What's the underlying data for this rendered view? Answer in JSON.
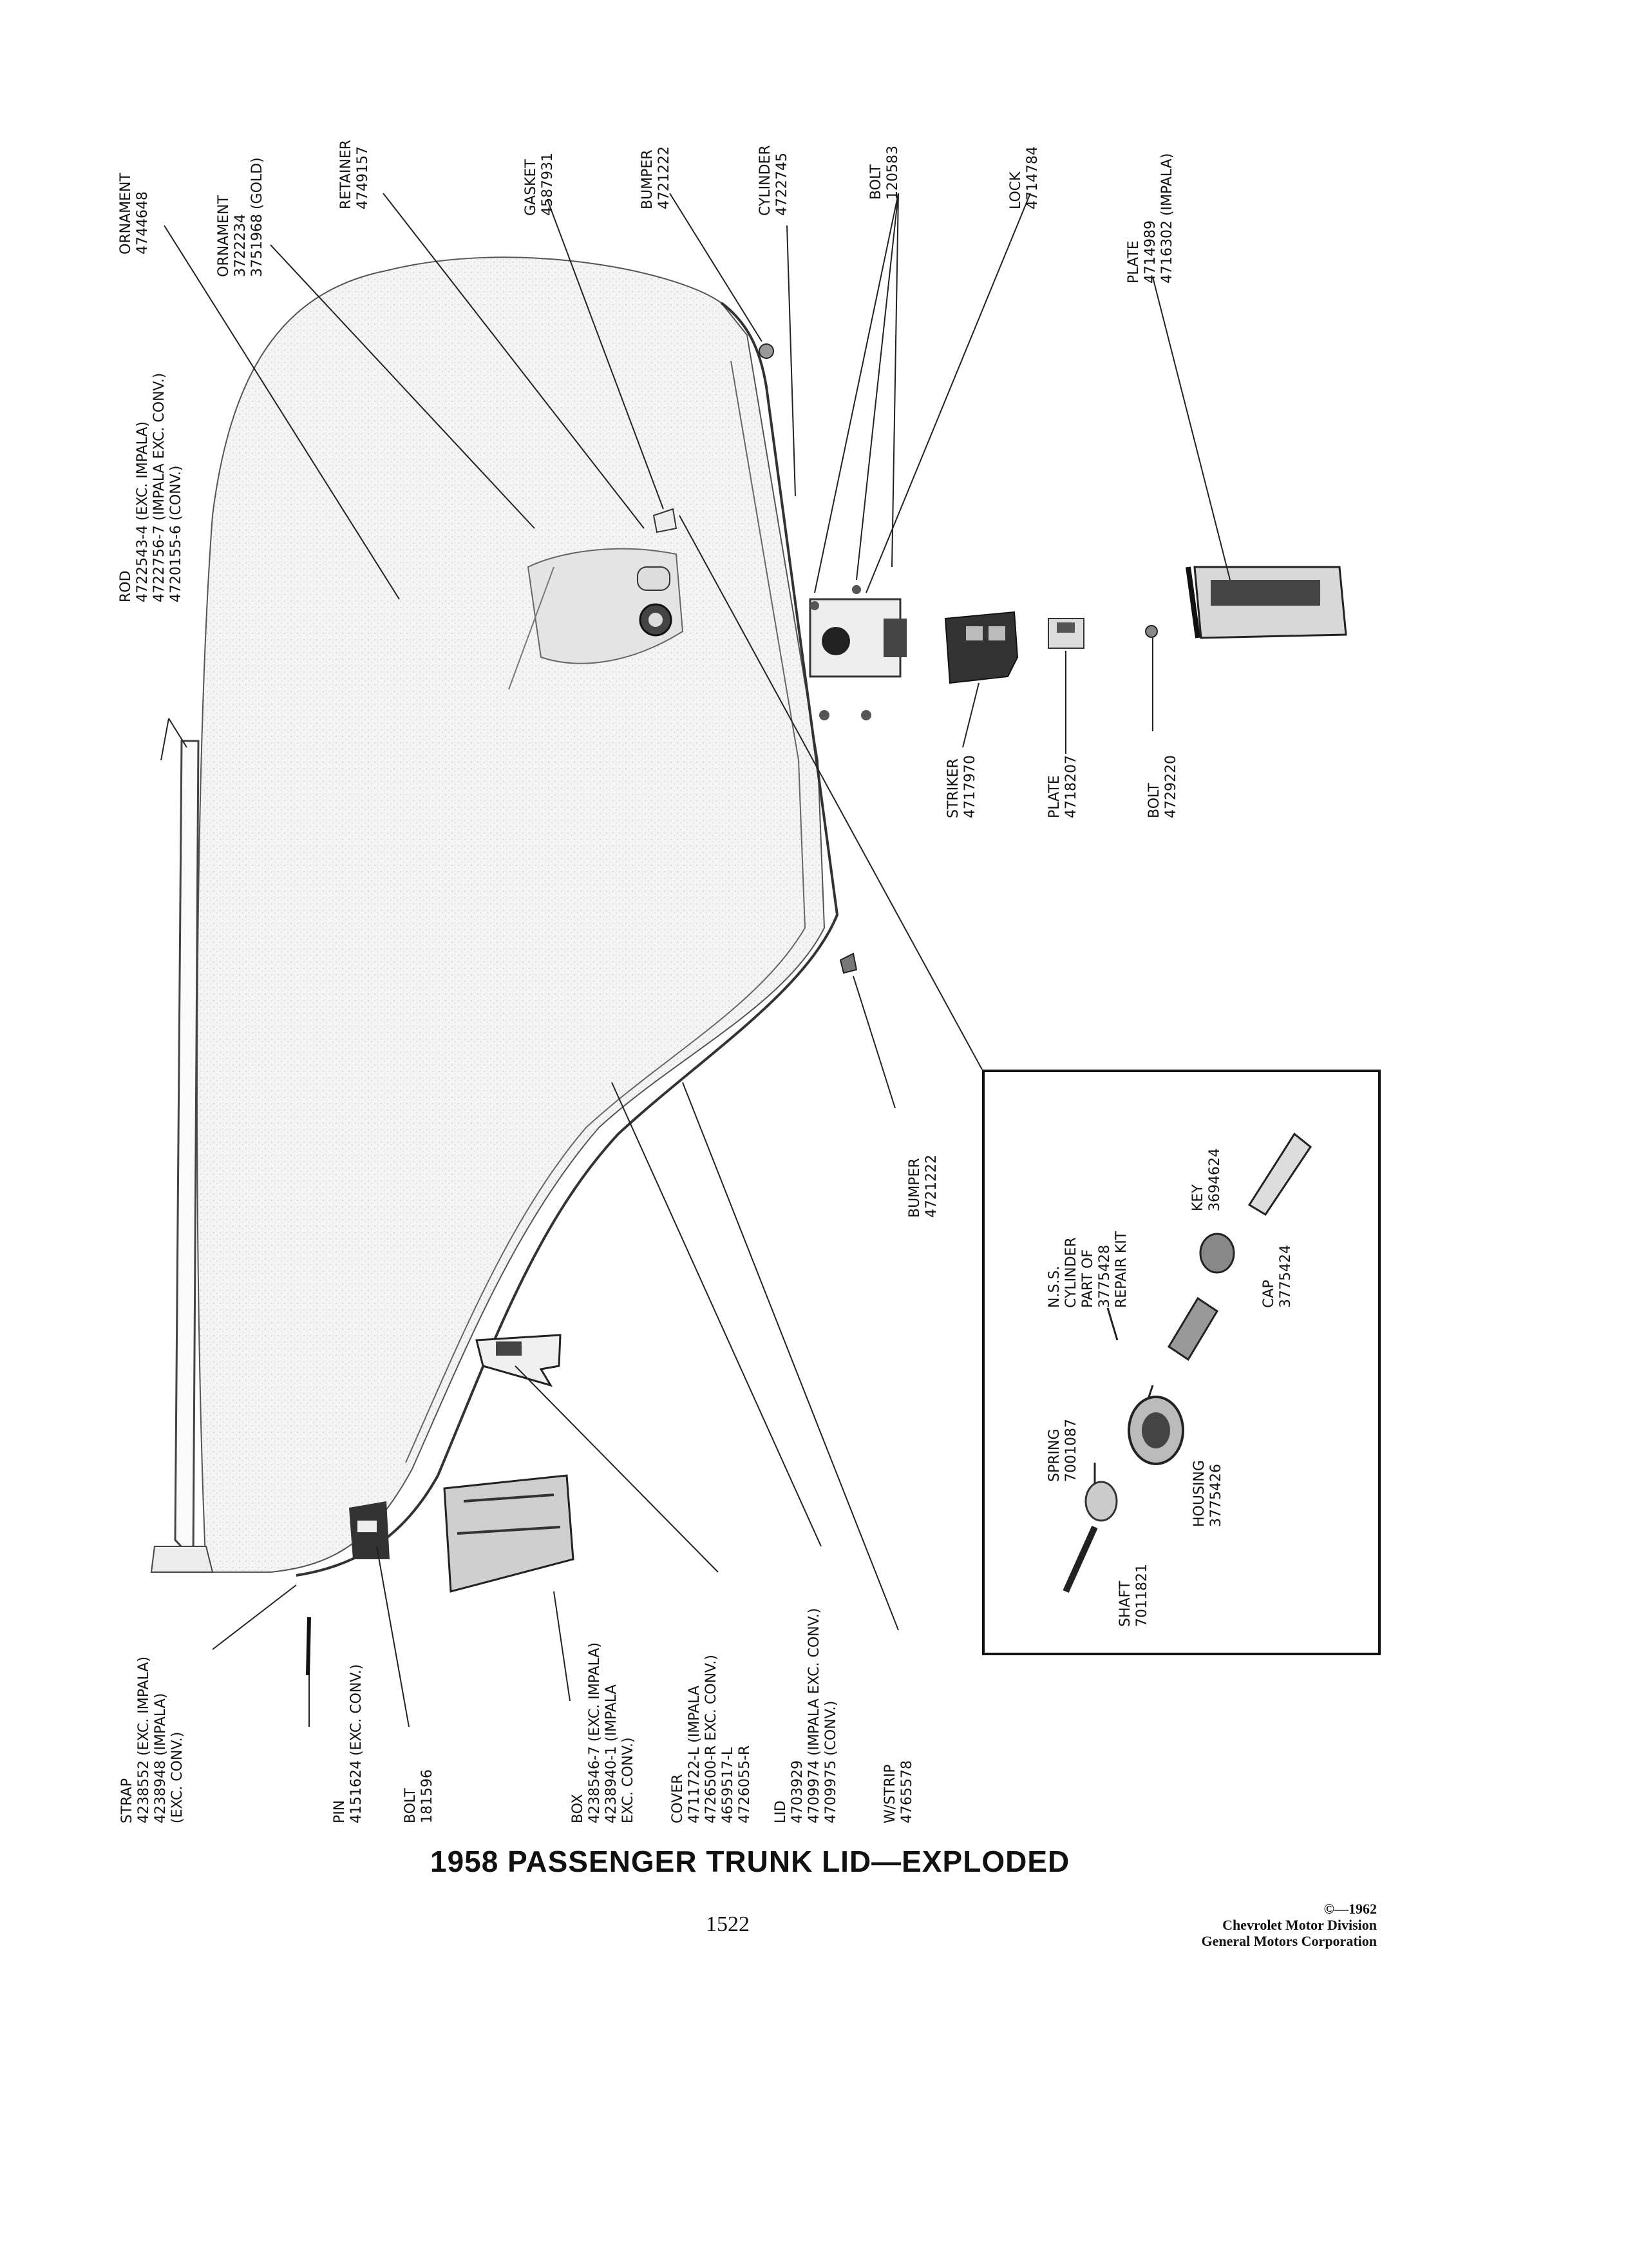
{
  "callouts": {
    "ornament_1": [
      "ORNAMENT",
      "4744648"
    ],
    "ornament_2": [
      "ORNAMENT",
      "3722234",
      "3751968 (GOLD)"
    ],
    "retainer": [
      "RETAINER",
      "4749157"
    ],
    "gasket": [
      "GASKET",
      "4587931"
    ],
    "bumper_top": [
      "BUMPER",
      "4721222"
    ],
    "cylinder": [
      "CYLINDER",
      "4722745"
    ],
    "bolt_top": [
      "BOLT",
      "120583"
    ],
    "lock": [
      "LOCK",
      "4714784"
    ],
    "plate_right": [
      "PLATE",
      "4714989",
      "4716302 (IMPALA)"
    ],
    "rod": [
      "ROD",
      "4722543-4 (EXC. IMPALA)",
      "4722756-7 (IMPALA EXC. CONV.)",
      "4720155-6 (CONV.)"
    ],
    "striker": [
      "STRIKER",
      "4717970"
    ],
    "plate_mid": [
      "PLATE",
      "4718207"
    ],
    "bolt_mid": [
      "BOLT",
      "4729220"
    ],
    "bumper_mid": [
      "BUMPER",
      "4721222"
    ],
    "strap": [
      "STRAP",
      "4238552 (EXC. IMPALA)",
      "4238948 (IMPALA)",
      "(EXC. CONV.)"
    ],
    "pin": [
      "PIN",
      "4151624 (EXC. CONV.)"
    ],
    "bolt_bottom": [
      "BOLT",
      "181596"
    ],
    "box": [
      "BOX",
      "4238546-7 (EXC. IMPALA)",
      "4238940-1 (IMPALA",
      "EXC. CONV.)"
    ],
    "cover": [
      "COVER",
      "4711722-L (IMPALA",
      "4726500-R EXC. CONV.)",
      "4659517-L",
      "4726055-R"
    ],
    "lid": [
      "LID",
      "4703929",
      "4709974 (IMPALA EXC. CONV.)",
      "4709975 (CONV.)"
    ],
    "wstrip": [
      "W/STRIP",
      "4765578"
    ],
    "key": [
      "KEY",
      "3694624"
    ],
    "cap": [
      "CAP",
      "3775424"
    ],
    "nss": [
      "N.S.S.",
      "CYLINDER",
      "PART OF",
      "3775428",
      "REPAIR KIT"
    ],
    "spring": [
      "SPRING",
      "7001087"
    ],
    "housing": [
      "HOUSING",
      "3775426"
    ],
    "shaft": [
      "SHAFT",
      "7011821"
    ]
  },
  "title": "1958 PASSENGER TRUNK LID—EXPLODED",
  "page_number": "1522",
  "credit": [
    "©—1962",
    "Chevrolet Motor Division",
    "General Motors Corporation"
  ]
}
